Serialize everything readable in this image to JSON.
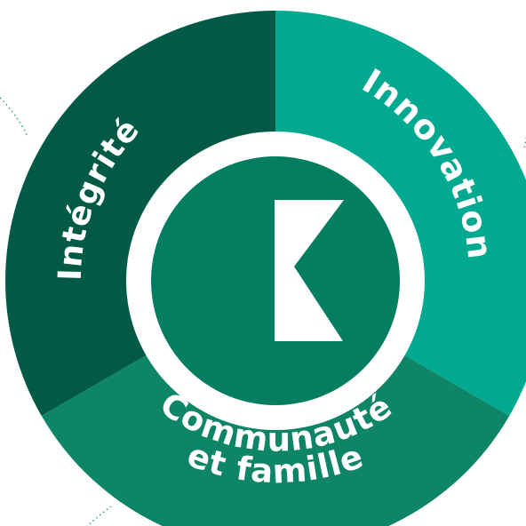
{
  "values_wheel": {
    "segments": [
      {
        "label": "Innovation",
        "color": "#00A98F"
      },
      {
        "label": "Intégrité",
        "color": "#005A45"
      },
      {
        "label_line1": "Communauté",
        "label_line2": "et famille",
        "color": "#0E8566"
      }
    ],
    "ring_color": "#ffffff",
    "center_color": "#037E60",
    "logo_color": "#ffffff",
    "dotted_line_color": "#3AA48A"
  }
}
